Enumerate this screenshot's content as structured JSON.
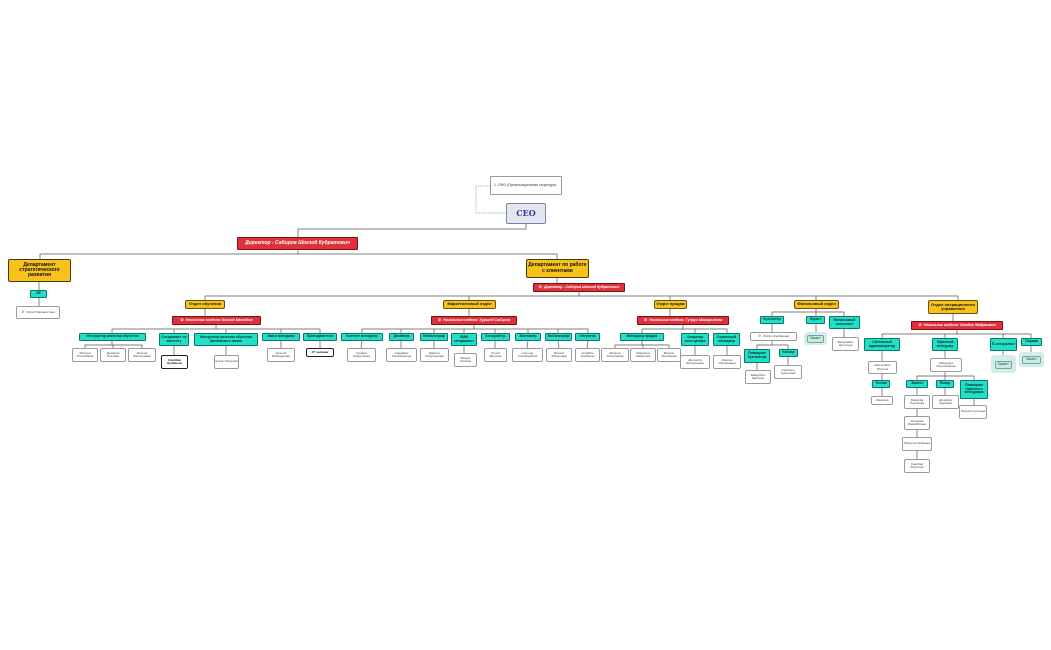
{
  "note": "1. ORG (Организационная структура)",
  "ceo": "CEO",
  "director": "Директор - Сабиров Шохзод Кудратович",
  "dept_strategy": {
    "title": "Департамент стратегического развития",
    "unit": "SE",
    "employee": "Иский Машарипова"
  },
  "dept_clients": {
    "title": "Департамент по работе с клиентами",
    "director": "Директор - Сабиров Шохзод Кудратович"
  },
  "training": {
    "title": "Отдел обучения",
    "head": "Начальник отдела: Бехзод Матябов",
    "roles": [
      "Инструктор качества обучения",
      "Специалист по контенту",
      "Инструктор качества обучения английского языка",
      "Зам.и менеджер",
      "Преподаватели"
    ],
    "employees": [
      "Мохира Тохирбаева",
      "Дилфуза Рузиева",
      "Мухира Валиулаева",
      "Саидбек Курбанов",
      "Азиза Тахирова",
      "Гулшод Бабажанова",
      "27 человек"
    ]
  },
  "marketing": {
    "title": "Маркетинговый отдел",
    "head": "Начальник отдела: Хуршед Сабиров",
    "roles": [
      "Контент менеджер",
      "Дизайнер",
      "Мобилограф",
      "SMM специалист",
      "Копирайтер",
      "Монтажер",
      "Мобилограф",
      "Оператор"
    ],
    "employees": [
      "Севара Абдуллаева",
      "Сарвабек Алимбердиев",
      "Шайхон Абдулхакова",
      "Беккур Олимов",
      "Лилия Ваисова",
      "Алишер Алимбердиев",
      "Бекзод Абдуллаев",
      "Асадбек Курбанов"
    ]
  },
  "sales": {
    "title": "Отдел продаж",
    "head": "Начальник отдела: Гулрух Машарипова",
    "roles": [
      "Менеджер продаж",
      "Оператор колл-центра",
      "Сервисный менеджер"
    ],
    "employees": [
      "Малика Тохирбаева",
      "Маржона Камалова",
      "Феруза Матвеева",
      "Дилшода Валиулаева",
      "Хафиза Сандулаева"
    ]
  },
  "finance": {
    "title": "Финансовый отдел",
    "head": "Юлдуз Курбанова",
    "roles": [
      "Бухгалтер",
      "Юрист",
      "Финансовый экономист",
      "Помощник бухгалтера",
      "Кассир"
    ],
    "employees": [
      "Мамурбек Каримов",
      "Сабохат Турсунова",
      "Бахромбек Арслонов"
    ],
    "vacancy": "Вакант"
  },
  "ops": {
    "title": "Отдел операционного управления",
    "head": "Начальник отдела: Отабек Мадраимов",
    "roles": [
      "Системный администратор",
      "Офисный менеджер",
      "IT-специалист",
      "Охрана",
      "Техник",
      "Завхоз",
      "Повар",
      "Помощник Офисного менеджера"
    ],
    "employees": [
      "Шахзиддин Юсупов",
      "Мамтура Касимдарова",
      "Жавохир",
      "Мавлуда Рахимова",
      "Санобар Юсупова",
      "Дилфуза Жураева",
      "Насиба Султова",
      "Хонимим Ражаббоева",
      "Иброгим Бобоева"
    ],
    "vacancy": "Вакант"
  },
  "colors": {
    "yellow": "#f7c21b",
    "red": "#e0303a",
    "teal": "#22e0c8",
    "ceo_text": "#283a8e"
  }
}
